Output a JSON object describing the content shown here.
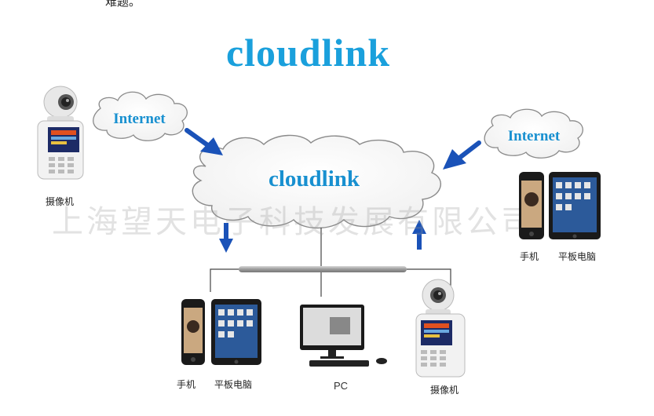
{
  "header": {
    "partial_text": "难题。"
  },
  "title": "cloudlink",
  "clouds": {
    "center": "cloudlink",
    "left": "Internet",
    "right": "Internet"
  },
  "watermark": "上海望天电子科技发展有限公司",
  "labels": {
    "left_device": "摄像机",
    "right_phone": "手机",
    "right_tablet": "平板电脑",
    "bottom_phone": "手机",
    "bottom_tablet": "平板电脑",
    "bottom_pc": "PC",
    "bottom_camera": "摄像机"
  },
  "colors": {
    "title": "#1aa0dc",
    "arrow": "#1a52b8",
    "cloud_stroke": "#888888",
    "bus": "#9a9a9a"
  }
}
